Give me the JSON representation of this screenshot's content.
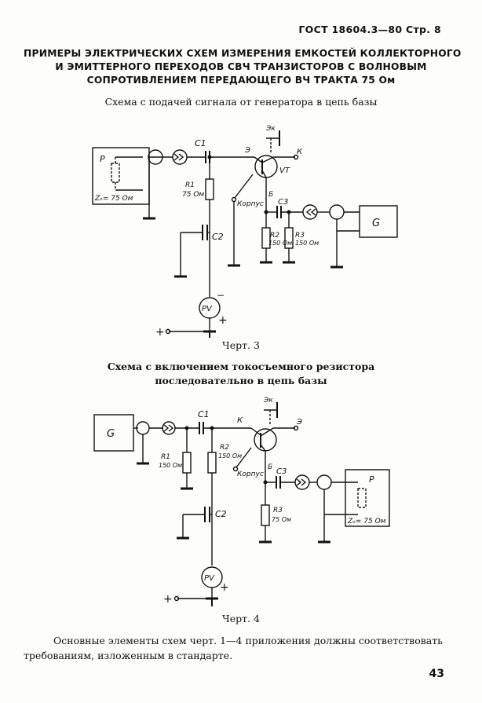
{
  "header": {
    "doc_ref": "ГОСТ 18604.3—80 Стр. 8"
  },
  "title": {
    "line1": "ПРИМЕРЫ ЭЛЕКТРИЧЕСКИХ СХЕМ ИЗМЕРЕНИЯ ЕМКОСТЕЙ КОЛЛЕКТОРНОГО",
    "line2": "И ЭМИТТЕРНОГО ПЕРЕХОДОВ СВЧ ТРАНЗИСТОРОВ С ВОЛНОВЫМ",
    "line3": "СОПРОТИВЛЕНИЕМ ПЕРЕДАЮЩЕГО ВЧ ТРАКТА 75 Ом"
  },
  "diagram1": {
    "subtitle": "Схема с подачей сигнала от генератора в цепь базы",
    "caption": "Черт. 3",
    "labels": {
      "meter": "P",
      "meter_z": "Zₒ= 75 Ом",
      "c1": "C1",
      "r1": "R1",
      "r1_val": "75 Ом",
      "c2": "C2",
      "pv": "PV",
      "plus_bottom": "+",
      "plus_meter": "+",
      "minus_meter": "−",
      "emitter": "Э",
      "collector": "К",
      "ek": "Эк",
      "vt": "VT",
      "korpus": "Корпус",
      "base": "Б",
      "c3": "C3",
      "r2": "R2",
      "r2_val": "150 Ом",
      "r3": "R3",
      "r3_val": "150 Ом",
      "generator": "G"
    }
  },
  "diagram2": {
    "subtitle_line1": "Схема с включением токосъемного резистора",
    "subtitle_line2": "последовательно в цепь базы",
    "caption": "Черт. 4",
    "labels": {
      "generator": "G",
      "c1": "C1",
      "r1": "R1",
      "r1_val": "150 Ом",
      "r2": "R2",
      "r2_val": "150 Ом",
      "collector": "К",
      "emitter": "Э",
      "ek": "Эк",
      "korpus": "Корпус",
      "base": "Б",
      "c3": "C3",
      "r3": "R3",
      "r3_val": "75 Ом",
      "c2": "C2",
      "pv": "PV",
      "plus_meter": "+",
      "plus_bottom": "+",
      "meter": "P",
      "meter_z": "Zₒ= 75 Ом"
    }
  },
  "note": {
    "line1": "Основные элементы схем черт. 1—4 приложения должны соответствовать",
    "line2": "требованиям, изложенным в стандарте."
  },
  "page_number": "43"
}
